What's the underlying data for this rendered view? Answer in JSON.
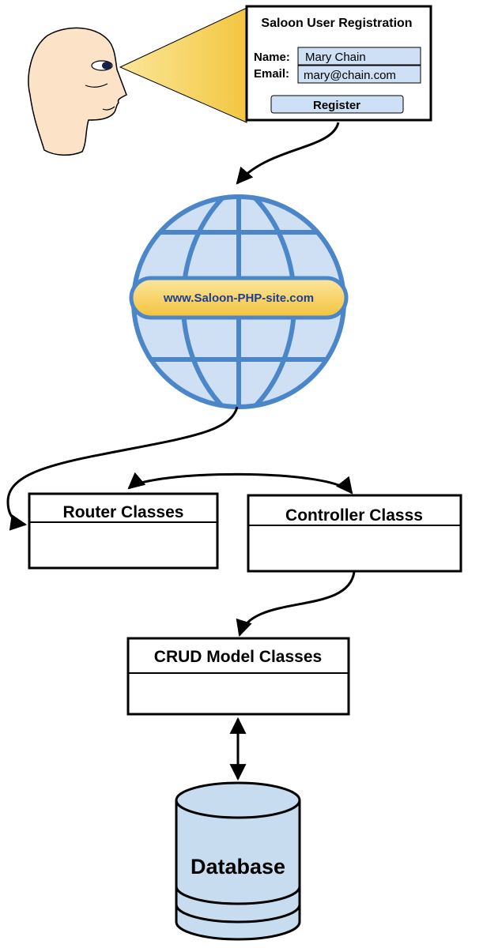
{
  "form": {
    "title": "Saloon User Registration",
    "name_label": "Name:",
    "name_value": "Mary Chain",
    "email_label": "Email:",
    "email_value": "mary@chain.com",
    "register_label": "Register"
  },
  "globe": {
    "url": "www.Saloon-PHP-site.com"
  },
  "classes": {
    "router": "Router Classes",
    "controller": "Controller Classs",
    "crud": "CRUD Model Classes"
  },
  "database": {
    "label": "Database"
  },
  "colors": {
    "globe_fill": "#cfe0f5",
    "globe_stroke": "#4a86c8",
    "field_fill": "#cde0f5",
    "url_band": "#f7cf52",
    "face_fill": "#fce3c8",
    "beam": "#f7d560",
    "database_fill": "#c8dcf0"
  }
}
